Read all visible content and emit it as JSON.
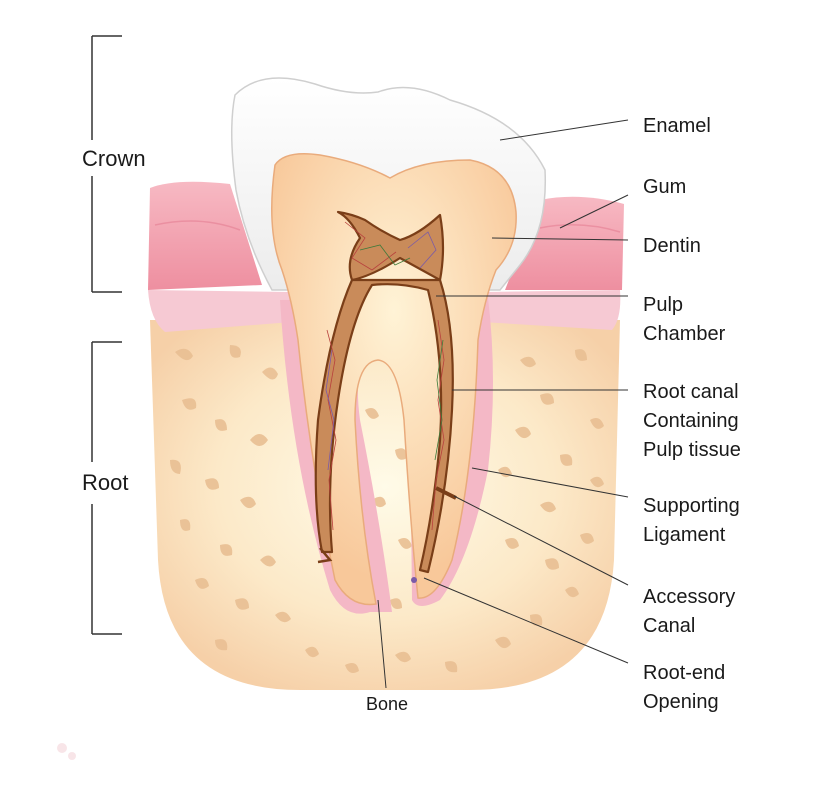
{
  "diagram": {
    "sections": {
      "crown": "Crown",
      "root": "Root"
    },
    "labels": {
      "enamel": "Enamel",
      "gum": "Gum",
      "dentin": "Dentin",
      "pulp_chamber_1": "Pulp",
      "pulp_chamber_2": "Chamber",
      "root_canal_1": "Root canal",
      "root_canal_2": "Containing",
      "root_canal_3": "Pulp tissue",
      "ligament_1": "Supporting",
      "ligament_2": "Ligament",
      "accessory_1": "Accessory",
      "accessory_2": "Canal",
      "root_end_1": "Root-end",
      "root_end_2": "Opening",
      "bone": "Bone"
    },
    "colors": {
      "enamel": "#ffffff",
      "gum": "#f3a8b4",
      "gum_band": "#f6c9d3",
      "dentin": "#fbd2a8",
      "bone": "#fbe3c2",
      "bone_spots": "#e8b98a",
      "pulp": "#9c5a2c",
      "leader": "#333333"
    }
  }
}
